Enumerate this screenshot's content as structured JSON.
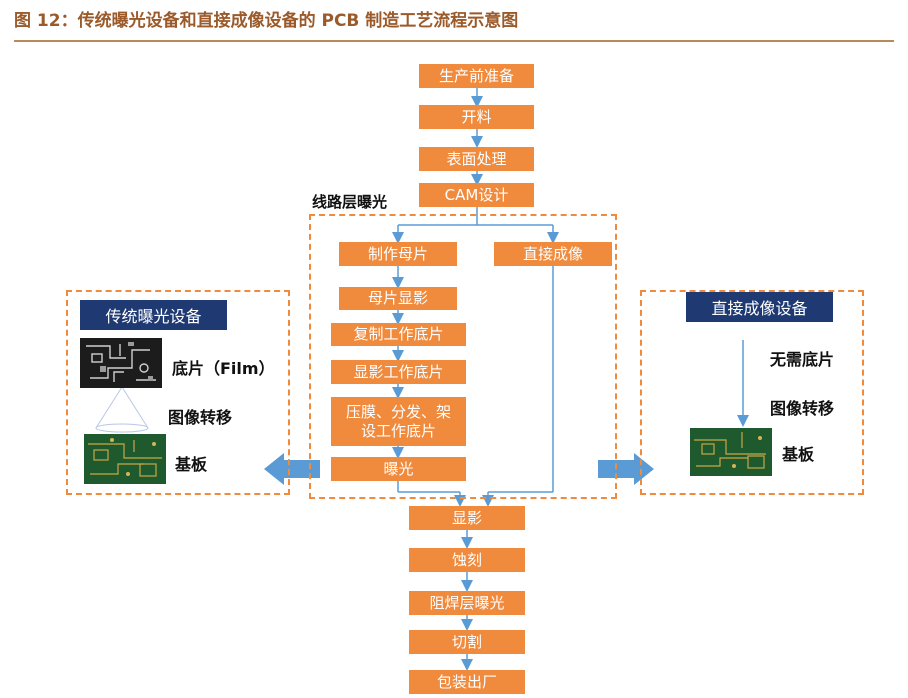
{
  "title": "图 12：传统曝光设备和直接成像设备的 PCB 制造工艺流程示意图",
  "flow_top": [
    "生产前准备",
    "开料",
    "表面处理",
    "CAM设计"
  ],
  "exposure_label": "线路层曝光",
  "left_branch": [
    "制作母片",
    "母片显影",
    "复制工作底片",
    "显影工作底片",
    "压膜、分发、架设工作底片",
    "曝光"
  ],
  "right_branch": "直接成像",
  "flow_bottom": [
    "显影",
    "蚀刻",
    "阻焊层曝光",
    "切割",
    "包装出厂"
  ],
  "traditional": {
    "header": "传统曝光设备",
    "film": "底片（Film）",
    "transfer": "图像转移",
    "substrate": "基板"
  },
  "direct": {
    "header": "直接成像设备",
    "no_film": "无需底片",
    "transfer": "图像转移",
    "substrate": "基板"
  },
  "colors": {
    "box": "#f08a3c",
    "navy": "#1f3a73",
    "arrow": "#5b9bd5",
    "title": "#9b5a2a"
  }
}
